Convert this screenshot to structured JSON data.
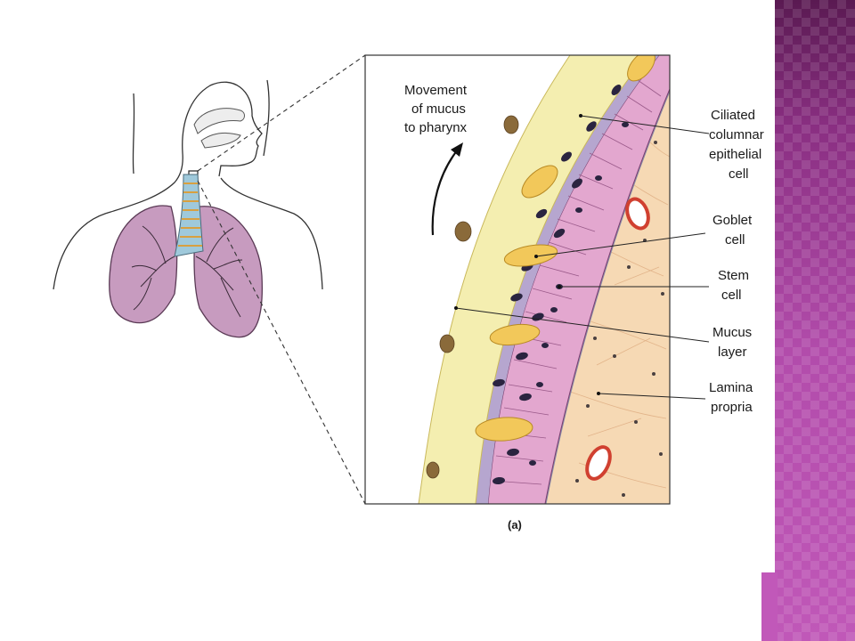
{
  "labels": {
    "mucus_movement": [
      "Movement",
      "of mucus",
      "to pharynx"
    ],
    "ciliated": [
      "Ciliated",
      "columnar",
      "epithelial",
      "cell"
    ],
    "goblet": [
      "Goblet",
      "cell"
    ],
    "stem": [
      "Stem",
      "cell"
    ],
    "mucus_layer": [
      "Mucus",
      "layer"
    ],
    "lamina": [
      "Lamina",
      "propria"
    ],
    "panel": "(a)"
  },
  "colors": {
    "accent_bar": "#b04aa8",
    "mucus": "#f4eeb0",
    "epithelium": "#e3a7cf",
    "lamina": "#f6d9b4",
    "goblet": "#f2c85a",
    "lung": "#c79bbf",
    "trachea": "#9fc9db"
  }
}
